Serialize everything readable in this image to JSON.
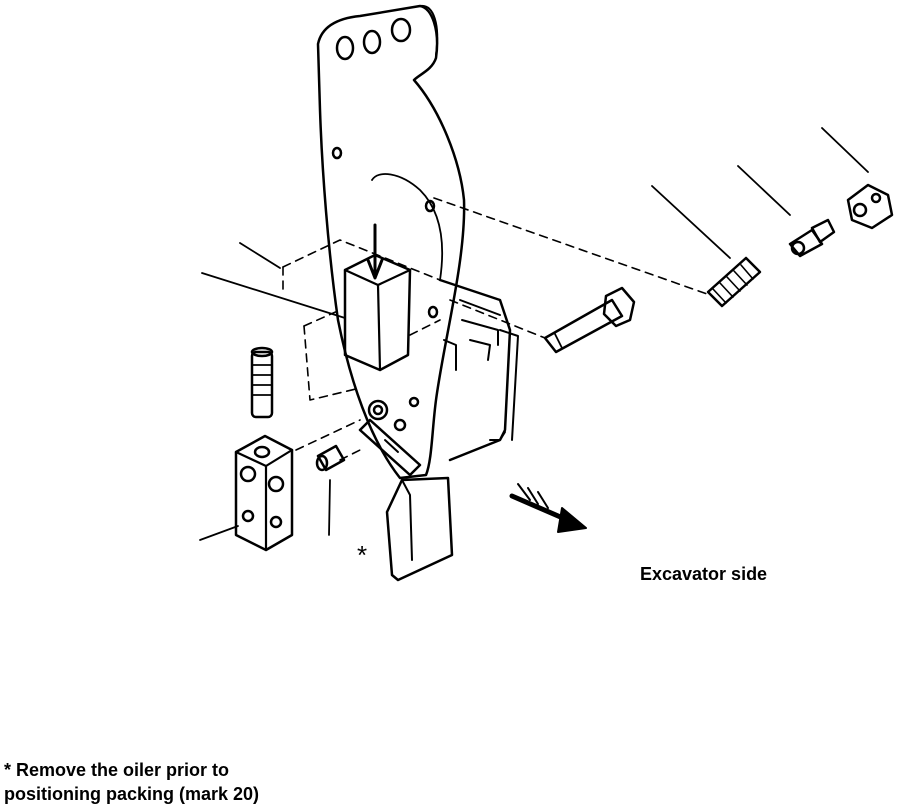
{
  "diagram": {
    "side_label": "Excavator side",
    "asterisk": "*",
    "footnote": {
      "line1": "* Remove the oiler prior to",
      "line2": "positioning packing (mark 20)"
    }
  },
  "colors": {
    "ink": "#000000",
    "paper": "#ffffff"
  }
}
